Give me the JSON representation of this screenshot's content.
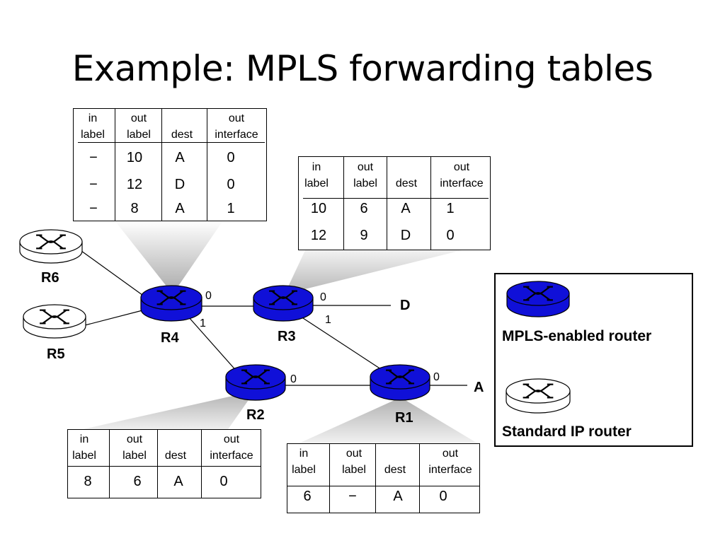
{
  "title": "Example: MPLS forwarding tables",
  "headers": {
    "in": [
      "in",
      "label"
    ],
    "out": [
      "out",
      "label"
    ],
    "dest": [
      "dest"
    ],
    "iface": [
      "out",
      "interface"
    ]
  },
  "tables": {
    "r4": {
      "rows": [
        [
          "−",
          "10",
          "A",
          "0"
        ],
        [
          "−",
          "12",
          "D",
          "0"
        ],
        [
          "−",
          "8",
          "A",
          "1"
        ]
      ]
    },
    "r3": {
      "rows": [
        [
          "10",
          "6",
          "A",
          "1"
        ],
        [
          "12",
          "9",
          "D",
          "0"
        ]
      ]
    },
    "r2": {
      "rows": [
        [
          "8",
          "6",
          "A",
          "0"
        ]
      ]
    },
    "r1": {
      "rows": [
        [
          "6",
          "−",
          "A",
          "0"
        ]
      ]
    }
  },
  "routers": {
    "r6": {
      "label": "R6",
      "type": "standard"
    },
    "r5": {
      "label": "R5",
      "type": "standard"
    },
    "r4": {
      "label": "R4",
      "type": "mpls"
    },
    "r3": {
      "label": "R3",
      "type": "mpls"
    },
    "r2": {
      "label": "R2",
      "type": "mpls"
    },
    "r1": {
      "label": "R1",
      "type": "mpls"
    }
  },
  "destinations": {
    "d": "D",
    "a": "A"
  },
  "ports": {
    "r4_right": "0",
    "r4_down": "1",
    "r3_right": "0",
    "r3_down": "1",
    "r2_right": "0",
    "r1_right": "0"
  },
  "legend": {
    "mpls": "MPLS-enabled router",
    "standard": "Standard IP router"
  },
  "colors": {
    "mpls_router": "#1010d8",
    "mpls_router_dark": "#00007a",
    "standard_router": "#ffffff",
    "callout": "#c8c8c8"
  },
  "icons": {
    "router_symbol": "crossed-arrows-icon"
  }
}
